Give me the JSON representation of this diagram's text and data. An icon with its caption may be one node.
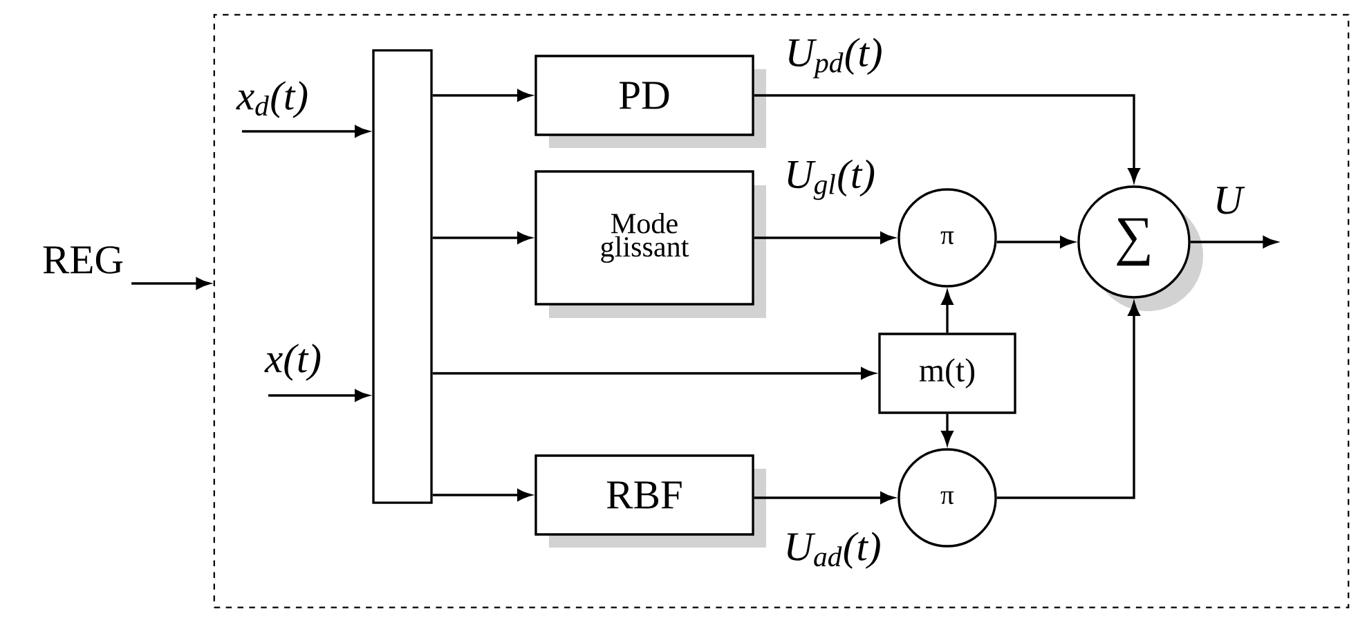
{
  "diagram": {
    "nodes": [
      {
        "text": [
          "REG"
        ]
      },
      {
        "text": [],
        "shape": "box"
      },
      {
        "text": [],
        "shape": "bar",
        "in": 1
      },
      {
        "text": [
          "PD"
        ],
        "in": 1
      },
      {
        "text": [
          "Mode glissant"
        ],
        "in": 1
      },
      {
        "text": [
          "m(t)"
        ],
        "in": 1
      },
      {
        "text": [
          "RBF"
        ],
        "in": 1
      },
      {
        "text": [
          "π"
        ],
        "in": 1
      },
      {
        "text": [
          "π"
        ],
        "in": 1
      },
      {
        "text": [
          "∑"
        ],
        "in": 1
      }
    ],
    "edges": [
      {
        "from": 0,
        "to": 1,
        "arrow": "to"
      },
      {
        "from": null,
        "to": 2,
        "arrow": "to",
        "label": "x$_{d}$(t)"
      },
      {
        "from": null,
        "to": 2,
        "arrow": "to",
        "label": "x(t)"
      },
      {
        "from": 2,
        "to": 3,
        "arrow": "to"
      },
      {
        "from": 2,
        "to": 4,
        "arrow": "to"
      },
      {
        "from": 2,
        "to": 5,
        "arrow": "to"
      },
      {
        "from": 2,
        "to": 6,
        "arrow": "to"
      },
      {
        "from": 3,
        "to": 9,
        "arrow": "to",
        "label": "U$_{pd}$(t)"
      },
      {
        "from": 4,
        "to": 7,
        "arrow": "to",
        "label": "U$_{gl}$(t)"
      },
      {
        "from": 5,
        "to": 7,
        "arrow": "to"
      },
      {
        "from": 5,
        "to": 8,
        "arrow": "to"
      },
      {
        "from": 6,
        "to": 8,
        "arrow": "to",
        "label": "U$_{ad}$(t)"
      },
      {
        "from": 7,
        "to": 9,
        "arrow": "to"
      },
      {
        "from": 8,
        "to": 9,
        "arrow": "to"
      },
      {
        "from": 9,
        "to": null,
        "arrow": "to",
        "label": "U"
      }
    ]
  }
}
